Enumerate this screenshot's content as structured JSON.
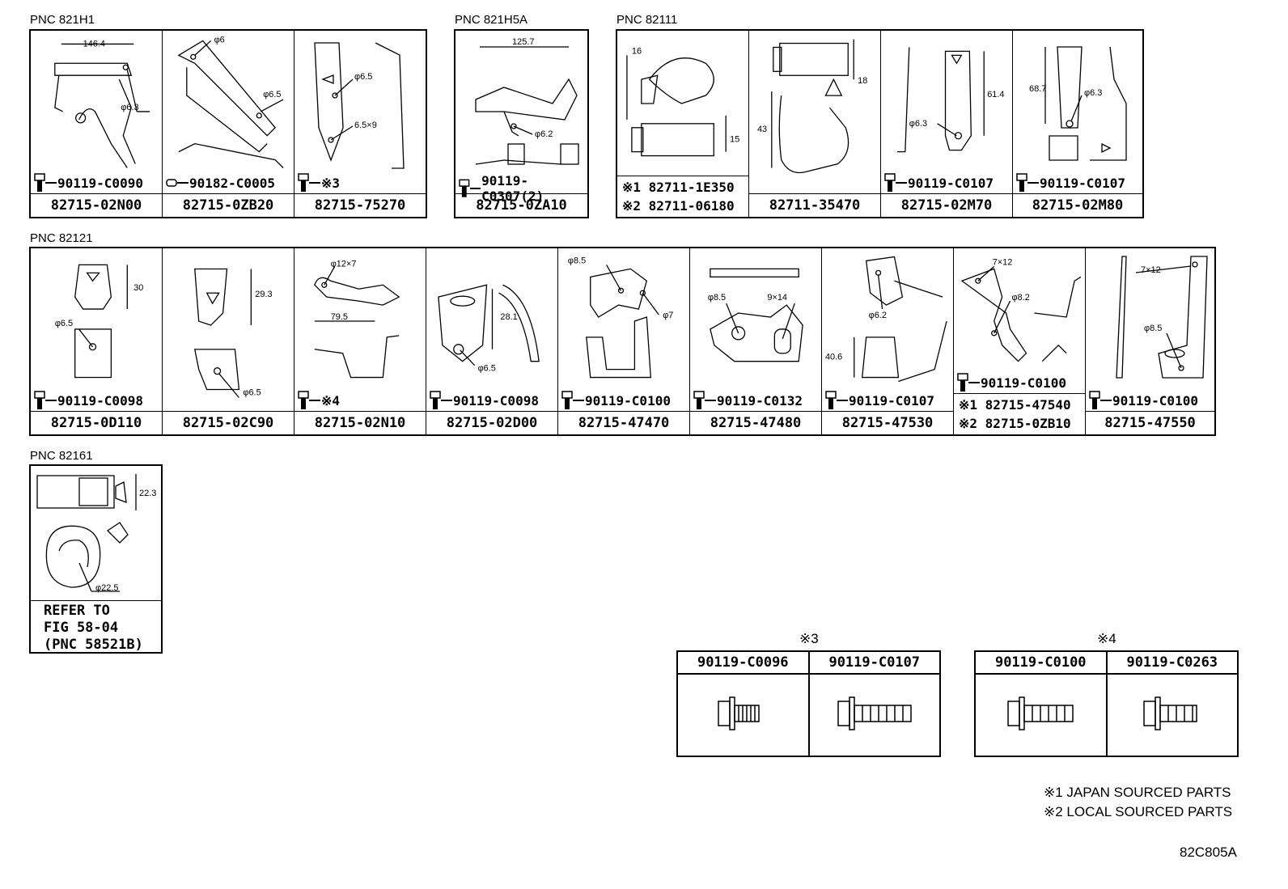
{
  "groups": {
    "g1": {
      "pnc": "PNC 821H1",
      "cells": [
        {
          "bolt": "90119-C0090",
          "part": "82715-02N00",
          "dims": [
            "146.4",
            "φ6.3"
          ]
        },
        {
          "bolt": "90182-C0005",
          "part": "82715-0ZB20",
          "dims": [
            "φ6",
            "φ6.5"
          ]
        },
        {
          "bolt": "※3",
          "part": "82715-75270",
          "dims": [
            "φ6.5",
            "6.5×9"
          ]
        }
      ]
    },
    "g2": {
      "pnc": "PNC 821H5A",
      "cells": [
        {
          "bolt": "90119-C0307(2)",
          "part": "82715-0ZA10",
          "dims": [
            "125.7",
            "φ6.2"
          ]
        }
      ]
    },
    "g3": {
      "pnc": "PNC 82111",
      "cells": [
        {
          "part1": "※1 82711-1E350",
          "part2": "※2 82711-06180",
          "dims": [
            "16",
            "15"
          ]
        },
        {
          "part": "82711-35470",
          "dims": [
            "18",
            "43"
          ]
        },
        {
          "bolt": "90119-C0107",
          "part": "82715-02M70",
          "dims": [
            "61.4",
            "φ6.3"
          ]
        },
        {
          "bolt": "90119-C0107",
          "part": "82715-02M80",
          "dims": [
            "68.7",
            "φ6.3"
          ]
        }
      ]
    },
    "g4": {
      "pnc": "PNC 82121",
      "cells": [
        {
          "bolt": "90119-C0098",
          "part": "82715-0D110",
          "dims": [
            "30",
            "φ6.5"
          ]
        },
        {
          "part": "82715-02C90",
          "dims": [
            "29.3",
            "φ6.5"
          ]
        },
        {
          "bolt": "※4",
          "part": "82715-02N10",
          "dims": [
            "φ12×7",
            "79.5"
          ]
        },
        {
          "bolt": "90119-C0098",
          "part": "82715-02D00",
          "dims": [
            "28.1",
            "φ6.5"
          ]
        },
        {
          "bolt": "90119-C0100",
          "part": "82715-47470",
          "dims": [
            "φ8.5",
            "φ7"
          ]
        },
        {
          "bolt": "90119-C0132",
          "part": "82715-47480",
          "dims": [
            "φ8.5",
            "9×14"
          ]
        },
        {
          "bolt": "90119-C0107",
          "part": "82715-47530",
          "dims": [
            "φ6.2",
            "40.6"
          ]
        },
        {
          "bolt": "90119-C0100",
          "part1": "※1 82715-47540",
          "part2": "※2 82715-0ZB10",
          "dims": [
            "7×12",
            "φ8.2"
          ]
        },
        {
          "bolt": "90119-C0100",
          "part": "82715-47550",
          "dims": [
            "7×12",
            "φ8.5"
          ]
        }
      ]
    },
    "g5": {
      "pnc": "PNC 82161",
      "dims": [
        "22.3",
        "φ22.5"
      ],
      "refer": [
        "REFER TO",
        "FIG 58-04",
        "(PNC 58521B)"
      ]
    }
  },
  "bolt_tables": {
    "t3": {
      "mark": "※3",
      "cols": [
        "90119-C0096",
        "90119-C0107"
      ]
    },
    "t4": {
      "mark": "※4",
      "cols": [
        "90119-C0100",
        "90119-C0263"
      ]
    }
  },
  "notes": [
    "※1 JAPAN SOURCED PARTS",
    "※2 LOCAL SOURCED PARTS"
  ],
  "figure_code": "82C805A"
}
